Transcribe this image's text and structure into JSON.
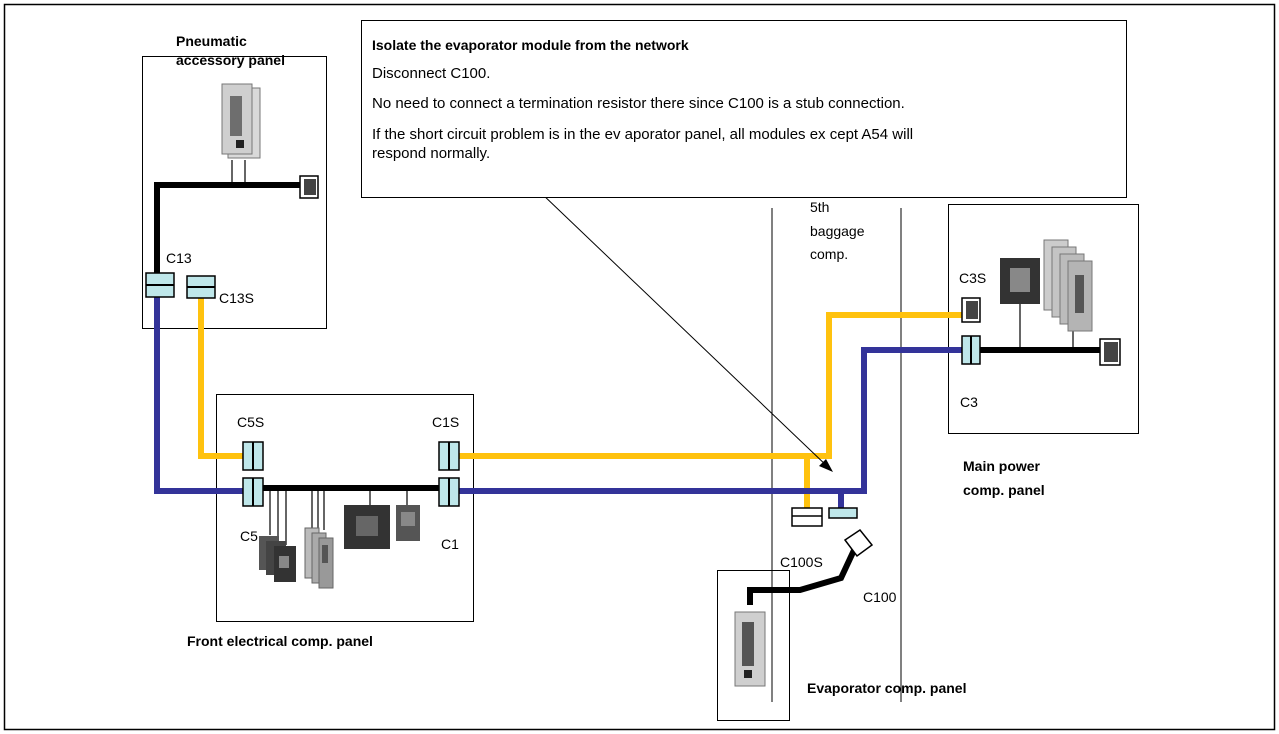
{
  "colors": {
    "yellow_bus": "#FFC20E",
    "blue_bus": "#333399",
    "black_bus": "#000000",
    "connector_fill": "#BFE7EA"
  },
  "note": {
    "title": "Isolate the evaporator module from the network",
    "lines": [
      "Disconnect C100.",
      "No need to connect a termination resistor there since C100 is a stub connection.",
      "If the short circuit problem is in the ev   aporator panel, all modules ex cept A54 will",
      "respond normally."
    ]
  },
  "panels": {
    "pneumatic": {
      "title_line1": "Pneumatic",
      "title_line2": "accessory panel"
    },
    "front": {
      "title": "Front electrical comp. panel"
    },
    "main_power": {
      "title_line1": "Main power",
      "title_line2": "comp. panel"
    },
    "evaporator": {
      "title": "Evaporator comp. panel"
    },
    "baggage": {
      "line1": "5th",
      "line2": "baggage",
      "line3": "comp."
    }
  },
  "connectors": {
    "c13": "C13",
    "c13s": "C13S",
    "c5s": "C5S",
    "c5": "C5",
    "c1s": "C1S",
    "c1": "C1",
    "c3s": "C3S",
    "c3": "C3",
    "c100s": "C100S",
    "c100": "C100"
  }
}
